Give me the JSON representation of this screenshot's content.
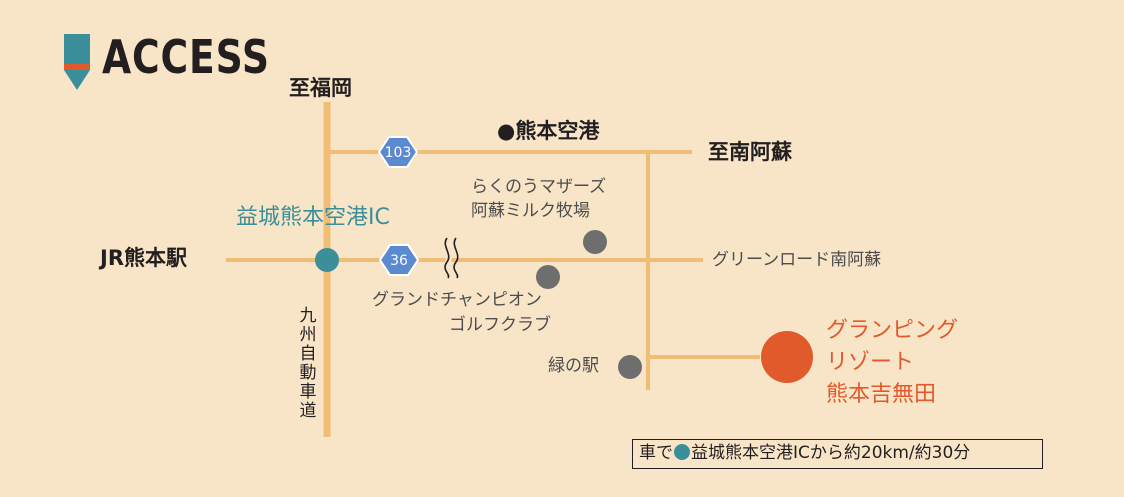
{
  "title": "ACCESS",
  "labels": {
    "to_fukuoka": "至福岡",
    "kumamoto_airport": "●熊本空港",
    "to_minamiaso": "至南阿蘇",
    "mashiki_ic": "益城熊本空港IC",
    "jr_kumamoto": "JR熊本駅",
    "green_road": "グリーンロード南阿蘇",
    "rakuno_line1": "らくのうマザーズ",
    "rakuno_line2": "阿蘇ミルク牧場",
    "golf_line1": "グランドチャンピオン",
    "golf_line2": "ゴルフクラブ",
    "midori_station": "緑の駅",
    "glamping_line1": "グランピング",
    "glamping_line2": "リゾート",
    "glamping_line3": "熊本吉無田",
    "expressway": "九州自動車道"
  },
  "routes": {
    "route_103": "103",
    "route_36": "36"
  },
  "note": {
    "prefix": "車で",
    "text": "益城熊本空港ICから約20km/約30分"
  },
  "colors": {
    "background": "#f8e5c8",
    "road": "#f0bd75",
    "teal": "#3a8f9a",
    "orange": "#e05a2b",
    "gray_poi": "#6e6e6e",
    "route_badge": "#5b8ad1",
    "text": "#231f20"
  },
  "icons": {
    "title_marker": "pencil-icon",
    "hot_spring": "hot-spring-icon"
  }
}
